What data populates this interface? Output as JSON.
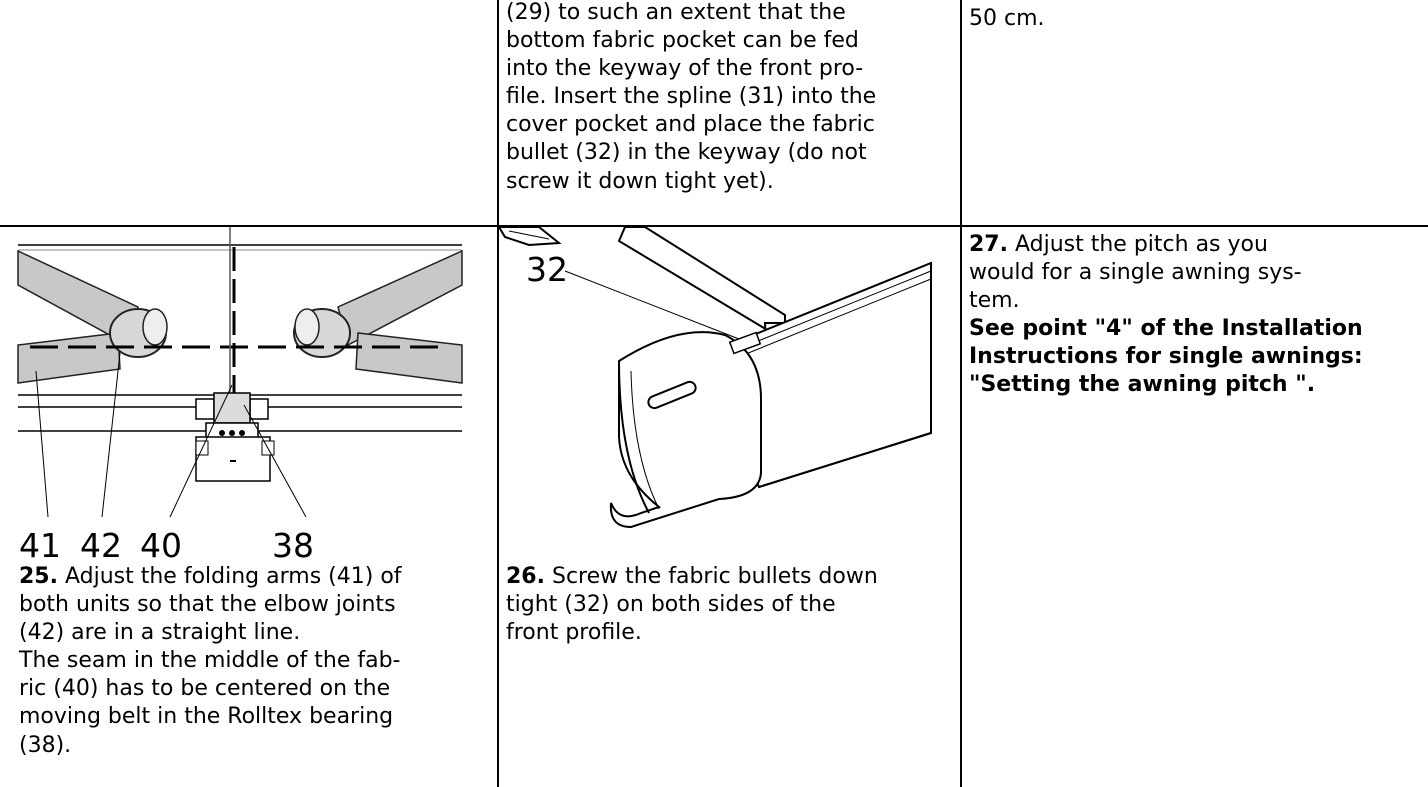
{
  "top_row": {
    "middle_lines": [
      "(29) to such an extent that the",
      "bottom fabric pocket can be fed",
      "into the keyway of the front pro-",
      "file. Insert the spline (31) into the",
      "cover pocket and place the fabric",
      "bullet (32) in the keyway (do not",
      "screw it down tight yet)."
    ],
    "right_lines": [
      "50 cm."
    ]
  },
  "step25": {
    "callouts": [
      "41",
      "42",
      "40",
      "38"
    ],
    "number": "25.",
    "lines": [
      " Adjust the folding arms (41) of",
      "both units so that the elbow joints",
      "(42) are in a straight line.",
      "The seam in the middle of the fab-",
      "ric (40) has to be centered on the",
      "moving belt in the Rolltex bearing",
      "(38)."
    ]
  },
  "step26": {
    "callout": "32",
    "number": "26.",
    "lines": [
      " Screw the fabric bullets down",
      "tight (32) on both sides of the",
      "front profile."
    ]
  },
  "step27": {
    "number": "27.",
    "lines": [
      " Adjust the pitch as you",
      "would for a single awning sys-",
      "tem."
    ],
    "bold_lines": [
      "See point \"4\" of the Installation",
      "Instructions for single awnings:",
      "\"Setting the awning pitch \"."
    ]
  }
}
